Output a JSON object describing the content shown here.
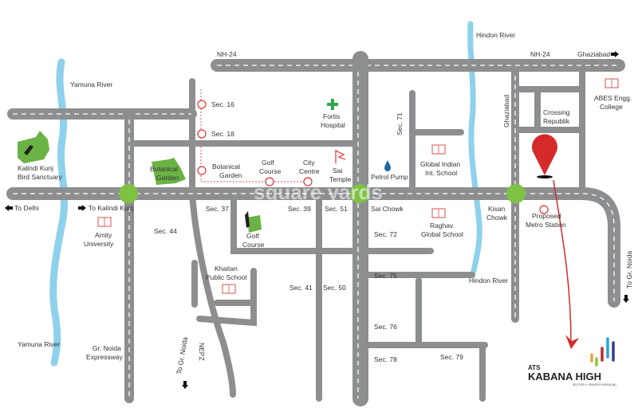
{
  "highways": {
    "nh24_left": "NH-24",
    "nh24_right": "NH-24",
    "ghaziabad": "Ghaziabad",
    "to_delhi": "To Delhi",
    "to_kalindi_kunj": "To Kalindi Kunj",
    "gr_noida_expressway": [
      "Gr. Noida",
      "Expressway"
    ],
    "to_gr_noida_left": "To Gr. Noida",
    "nepz": "NEPZ",
    "to_gr_noida_right": "To Gr. Noida",
    "ghaziabad_road": "Ghaziabad"
  },
  "rivers": {
    "yamuna_top": "Yamuna River",
    "yamuna_bottom": "Yamuna River",
    "hindon_top": "Hindon River",
    "hindon_bottom": "Hindon River"
  },
  "landmarks": {
    "bird_sanctuary": [
      "Kalindi Kunj",
      "Bird Sanctuary"
    ],
    "botanical_garden_park": [
      "Botanical",
      "Garden"
    ],
    "amity": [
      "Amity",
      "University"
    ],
    "golf_course_park": [
      "Golf",
      "Course"
    ],
    "fortis": [
      "Fortis",
      "Hospital"
    ],
    "sai_temple": [
      "Sai",
      "Temple"
    ],
    "petrol_pump": "Petrol Pump",
    "global_indian": [
      "Global Indian",
      "Int. School"
    ],
    "raghav": [
      "Raghav",
      "Global School"
    ],
    "khaitan": [
      "Khaitan",
      "Public School"
    ],
    "crossing_republik": [
      "Crossing",
      "Republik"
    ],
    "abes": [
      "ABES Engg.",
      "College"
    ],
    "proposed_metro": [
      "Proposed",
      "Metro Station"
    ]
  },
  "metro_stations": {
    "sec16": "Sec. 16",
    "sec18": "Sec. 18",
    "botanical": [
      "Botanical",
      "Garden"
    ],
    "golf": [
      "Golf",
      "Course"
    ],
    "city_centre": [
      "City",
      "Centre"
    ]
  },
  "chowks": {
    "sai": "Sai Chowk",
    "kisan": [
      "Kisan",
      "Chowk"
    ]
  },
  "sectors": {
    "s37": "Sec. 37",
    "s39": "Sec. 39",
    "s51": "Sec. 51",
    "s44": "Sec. 44",
    "s41": "Sec. 41",
    "s50": "Sec. 50",
    "s71": "Sec. 71",
    "s72": "Sec. 72",
    "s75": "Sec. 75",
    "s76": "Sec. 76",
    "s78": "Sec. 78",
    "s79": "Sec. 79"
  },
  "project": {
    "brand": "ATS",
    "name": "KABANA HIGH",
    "tagline": "SECTOR 4, GREATER NOIDA (W)"
  },
  "watermark": "square yards",
  "colors": {
    "road": "#8c8e90",
    "river": "#8ed1ec",
    "park": "#6ab344",
    "chowk": "#7dc242",
    "pin": "#d42a2a",
    "school": "#e06d6d"
  }
}
